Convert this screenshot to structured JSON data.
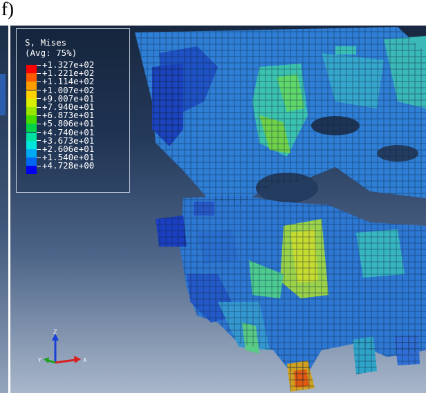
{
  "panel_label": "f)",
  "legend": {
    "title": "S, Mises",
    "subtitle": "(Avg: 75%)",
    "values": [
      "+1.327e+02",
      "+1.221e+02",
      "+1.114e+02",
      "+1.007e+02",
      "+9.007e+01",
      "+7.940e+01",
      "+6.873e+01",
      "+5.806e+01",
      "+4.740e+01",
      "+3.673e+01",
      "+2.606e+01",
      "+1.540e+01",
      "+4.728e+00"
    ],
    "colors": [
      "#ff0000",
      "#ff5a00",
      "#ff9d00",
      "#ffd200",
      "#d9f000",
      "#9be600",
      "#46dc00",
      "#00d24a",
      "#00e0a0",
      "#00e6dc",
      "#00aaf2",
      "#0068f0",
      "#0000ee"
    ]
  },
  "triad": {
    "z_label": "Z",
    "x_label": "X",
    "y_label": "Y"
  }
}
